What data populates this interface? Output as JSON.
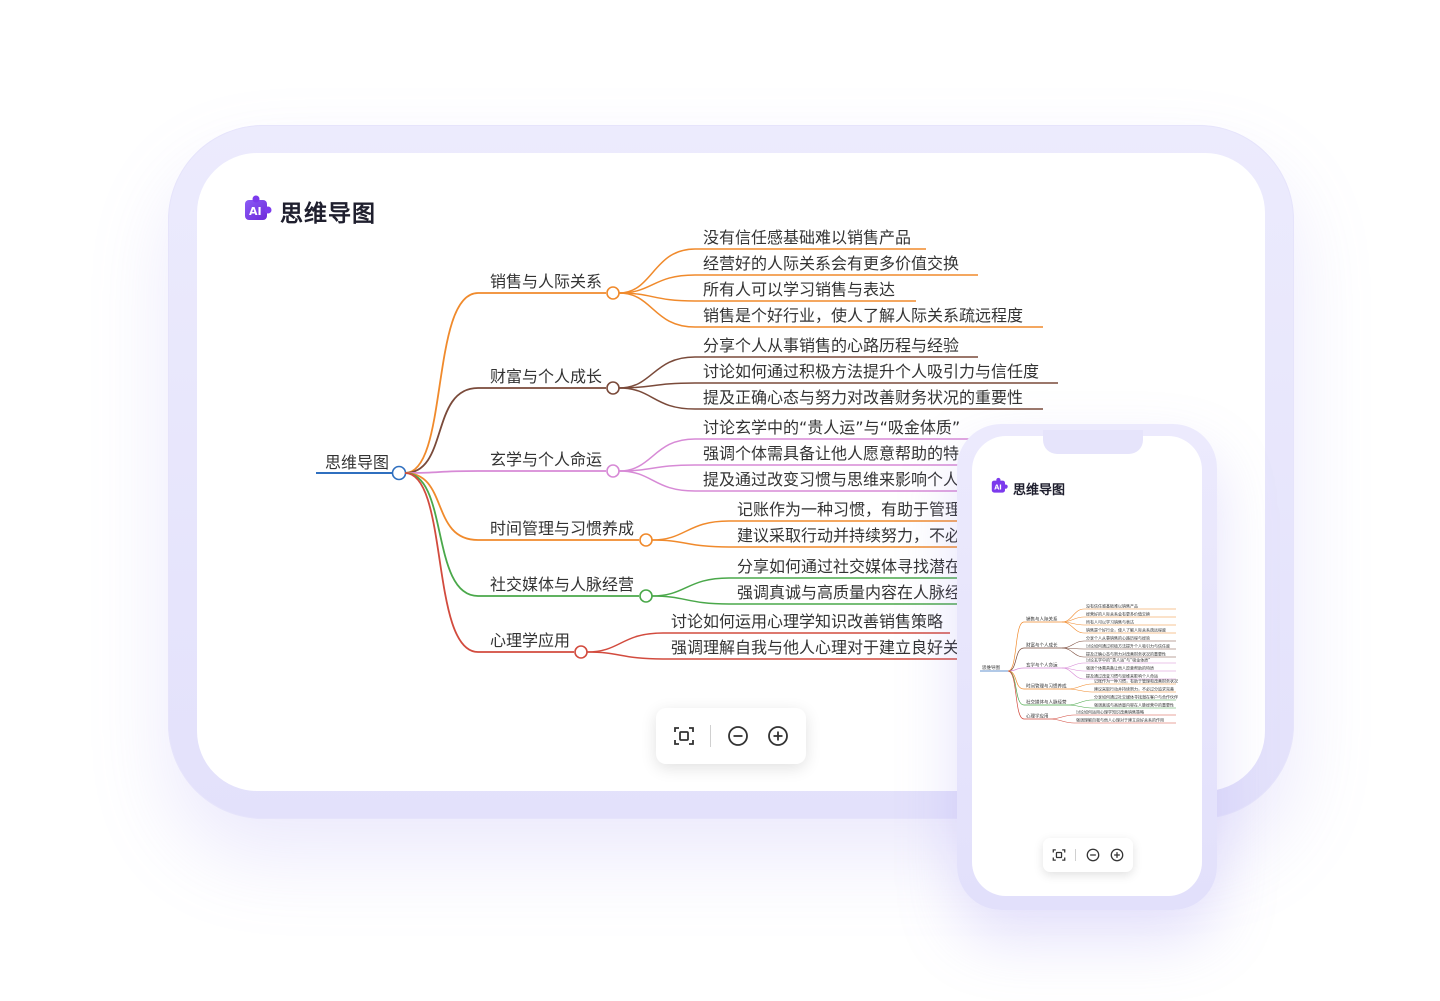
{
  "app": {
    "title": "思维导图",
    "logo_icon": "ai-puzzle-icon"
  },
  "mindmap": {
    "root": "思维导图",
    "branches": [
      {
        "label": "销售与人际关系",
        "color": "#f08a2c",
        "children": [
          "没有信任感基础难以销售产品",
          "经营好的人际关系会有更多价值交换",
          "所有人可以学习销售与表达",
          "销售是个好行业，使人了解人际关系疏远程度"
        ]
      },
      {
        "label": "财富与个人成长",
        "color": "#7a4a3a",
        "children": [
          "分享个人从事销售的心路历程与经验",
          "讨论如何通过积极方法提升个人吸引力与信任度",
          "提及正确心态与努力对改善财务状况的重要性"
        ]
      },
      {
        "label": "玄学与个人命运",
        "color": "#d78ad6",
        "children": [
          "讨论玄学中的“贵人运”与“吸金体质”",
          "强调个体需具备让他人愿意帮助的特",
          "提及通过改变习惯与思维来影响个人"
        ]
      },
      {
        "label": "时间管理与习惯养成",
        "color": "#f08a2c",
        "children": [
          "记账作为一种习惯，有助于管理",
          "建议采取行动并持续努力，不必"
        ]
      },
      {
        "label": "社交媒体与人脉经营",
        "color": "#4aa84a",
        "children": [
          "分享如何通过社交媒体寻找潜在",
          "强调真诚与高质量内容在人脉经"
        ]
      },
      {
        "label": "心理学应用",
        "color": "#d24b3e",
        "children": [
          "讨论如何运用心理学知识改善销售策略",
          "强调理解自我与他人心理对于建立良好关"
        ]
      }
    ]
  },
  "toolbar": {
    "fit_icon": "fit-screen-icon",
    "zoom_out_icon": "zoom-out-icon",
    "zoom_in_icon": "zoom-in-icon"
  },
  "mobile": {
    "title": "思维导图",
    "root": "思维导图",
    "branches": [
      {
        "label": "销售与人际关系",
        "children": [
          "没有信任感基础难以销售产品",
          "经营好的人际关系会有更多价值交换",
          "所有人可以学习销售与表达",
          "销售是个好行业，使人了解人际关系疏远程度"
        ]
      },
      {
        "label": "财富与个人成长",
        "children": [
          "分享个人从事销售的心路历程与经验",
          "讨论如何通过积极方法提升个人吸引力与信任度",
          "提及正确心态与努力对改善财务状况的重要性"
        ]
      },
      {
        "label": "玄学与个人命运",
        "children": [
          "讨论玄学中的“贵人运”与“吸金体质”",
          "强调个体需具备让他人愿意帮助的特质",
          "提及通过改变习惯与思维来影响个人命运"
        ]
      },
      {
        "label": "时间管理与习惯养成",
        "children": [
          "记账作为一种习惯，有助于管理和改善财务状况",
          "建议采取行动并持续努力，不必过分追求完美"
        ]
      },
      {
        "label": "社交媒体与人脉经营",
        "children": [
          "分享如何通过社交媒体寻找潜在客户与合作伙伴",
          "强调真诚与高质量内容在人脉经营中的重要性"
        ]
      },
      {
        "label": "心理学应用",
        "children": [
          "讨论如何运用心理学知识改善销售策略",
          "强调理解自我与他人心理对于建立良好关系的作用"
        ]
      }
    ]
  }
}
